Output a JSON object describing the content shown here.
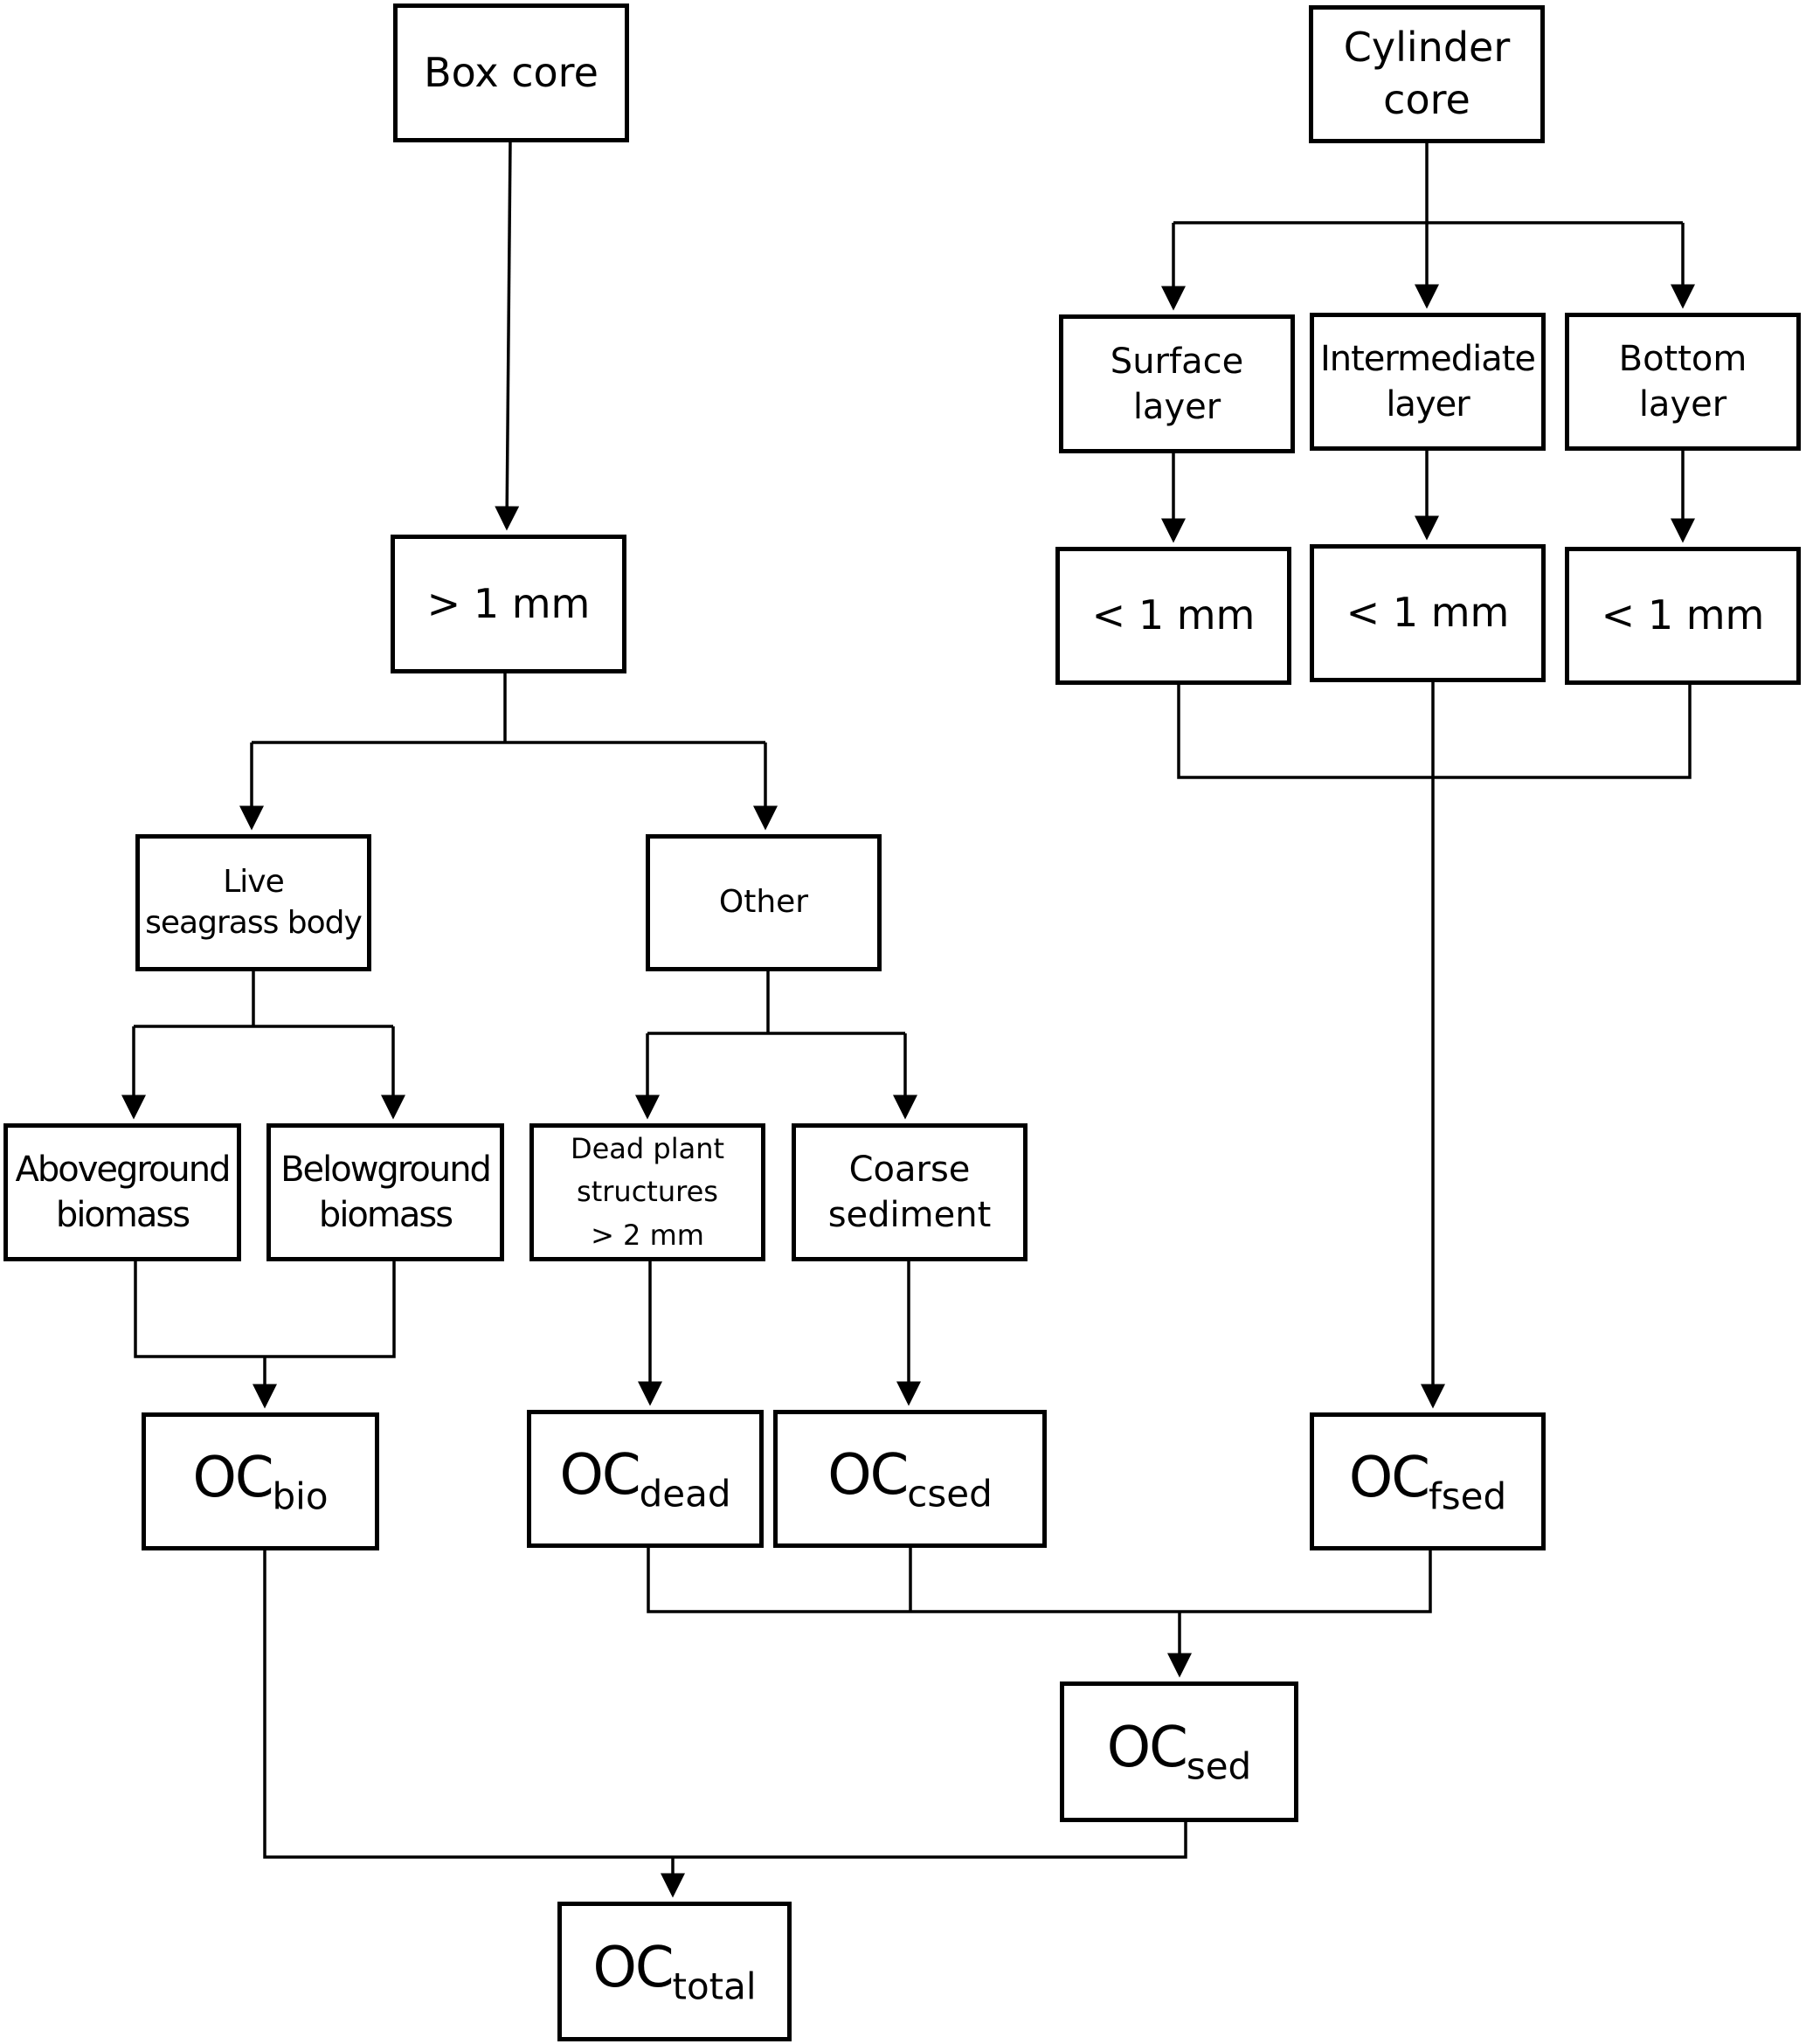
{
  "diagram": {
    "type": "flowchart",
    "line_color": "#000000",
    "box_fill": "#ffffff",
    "nodes": {
      "box_core": {
        "label": "Box core"
      },
      "cylinder_core": {
        "label": "Cylinder\ncore"
      },
      "gt_1mm": {
        "label": "> 1 mm"
      },
      "surface_layer": {
        "label": "Surface\nlayer"
      },
      "intermediate_layer": {
        "label": "Intermediate\nlayer"
      },
      "bottom_layer": {
        "label": "Bottom\nlayer"
      },
      "lt_1mm_surface": {
        "label": "< 1 mm"
      },
      "lt_1mm_intermediate": {
        "label": "< 1 mm"
      },
      "lt_1mm_bottom": {
        "label": "< 1 mm"
      },
      "live_seagrass": {
        "label": "Live\nseagrass body"
      },
      "other": {
        "label": "Other"
      },
      "aboveground": {
        "label": "Aboveground\nbiomass"
      },
      "belowground": {
        "label": "Belowground\nbiomass"
      },
      "dead_plant": {
        "label": "Dead plant\nstructures\n> 2 mm"
      },
      "coarse_sediment": {
        "label": "Coarse\nsediment"
      },
      "oc_bio": {
        "main": "OC",
        "sub": "bio"
      },
      "oc_dead": {
        "main": "OC",
        "sub": "dead"
      },
      "oc_csed": {
        "main": "OC",
        "sub": "csed"
      },
      "oc_fsed": {
        "main": "OC",
        "sub": "fsed"
      },
      "oc_sed": {
        "main": "OC",
        "sub": "sed"
      },
      "oc_total": {
        "main": "OC",
        "sub": "total"
      }
    },
    "edges": [
      {
        "from": "box_core",
        "to": "gt_1mm"
      },
      {
        "from": "cylinder_core",
        "to": "surface_layer"
      },
      {
        "from": "cylinder_core",
        "to": "intermediate_layer"
      },
      {
        "from": "cylinder_core",
        "to": "bottom_layer"
      },
      {
        "from": "surface_layer",
        "to": "lt_1mm_surface"
      },
      {
        "from": "intermediate_layer",
        "to": "lt_1mm_intermediate"
      },
      {
        "from": "bottom_layer",
        "to": "lt_1mm_bottom"
      },
      {
        "from": "gt_1mm",
        "to": "live_seagrass"
      },
      {
        "from": "gt_1mm",
        "to": "other"
      },
      {
        "from": "live_seagrass",
        "to": "aboveground"
      },
      {
        "from": "live_seagrass",
        "to": "belowground"
      },
      {
        "from": "other",
        "to": "dead_plant"
      },
      {
        "from": "other",
        "to": "coarse_sediment"
      },
      {
        "from": [
          "aboveground",
          "belowground"
        ],
        "to": "oc_bio"
      },
      {
        "from": "dead_plant",
        "to": "oc_dead"
      },
      {
        "from": "coarse_sediment",
        "to": "oc_csed"
      },
      {
        "from": [
          "lt_1mm_surface",
          "lt_1mm_intermediate",
          "lt_1mm_bottom"
        ],
        "to": "oc_fsed"
      },
      {
        "from": [
          "oc_dead",
          "oc_csed",
          "oc_fsed"
        ],
        "to": "oc_sed"
      },
      {
        "from": [
          "oc_bio",
          "oc_sed"
        ],
        "to": "oc_total"
      }
    ]
  }
}
